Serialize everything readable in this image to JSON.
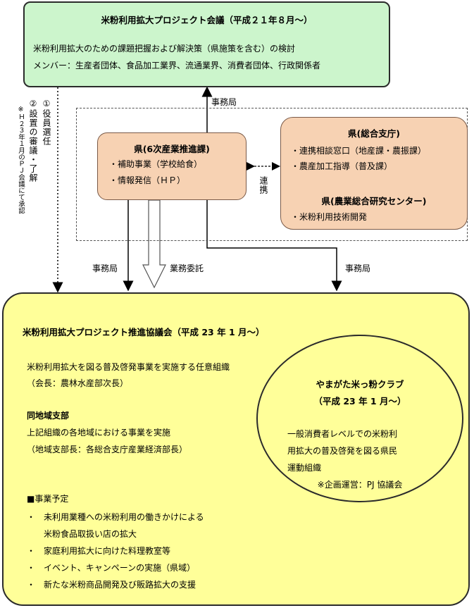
{
  "top": {
    "title": "米粉利用拡大プロジェクト会議（平成２１年８月～）",
    "line1": "米粉利用拡大のための課題把握および解決策（県施策を含む）の検討",
    "line2": "メンバー：生産者団体、食品加工業界、流通業界、消費者団体、行政関係者"
  },
  "pref6": {
    "title": "県(6次産業推進課)",
    "item1": "・補助事業（学校給食）",
    "item2": "・情報発信（ＨＰ）"
  },
  "pref_branch": {
    "title1": "県(総合支庁)",
    "item1": "・連携相談窓口（地産課・農振課）",
    "item2": "・農産加工指導（普及課）",
    "title2": "県(農業総合研究センター)",
    "item3": "・米粉利用技術開発"
  },
  "labels": {
    "jimukyoku_top": "事務局",
    "renkei": "連携",
    "jimukyoku_left": "事務局",
    "gyomu_itaku": "業務委託",
    "jimukyoku_right": "事務局",
    "side_col1": "①役員選任",
    "side_col2": "②設置の審議・了解",
    "side_note": "※Ｈ２３年１月のＰＪ会議にて承認"
  },
  "bottom": {
    "title": "米粉利用拡大プロジェクト推進協議会（平成 23 年 1 月～）",
    "p1": "米粉利用拡大を図る普及啓発事業を実施する任意組織",
    "p2": "（会長：農林水産部次長）",
    "h2": "同地域支部",
    "p3": "上記組織の各地域における事業を実施",
    "p4": "（地域支部長：各総合支庁産業経済部長）",
    "plan_title": "■事業予定",
    "plans": [
      "・　未利用業種への米粉利用の働きかけによる",
      "　　米粉食品取扱い店の拡大",
      "・　家庭利用拡大に向けた料理教室等",
      "・　イベント、キャンペーンの実施（県域）",
      "・　新たな米粉商品開発及び販路拡大の支援"
    ]
  },
  "club": {
    "title1": "やまがた米っ粉クラブ",
    "title2": "（平成 23 年 1 月～）",
    "desc1": "一般消費者レベルでの米粉利",
    "desc2": "用拡大の普及啓発を図る県民",
    "desc3": "運動組織",
    "note": "※企画運営：PJ 協議会"
  }
}
